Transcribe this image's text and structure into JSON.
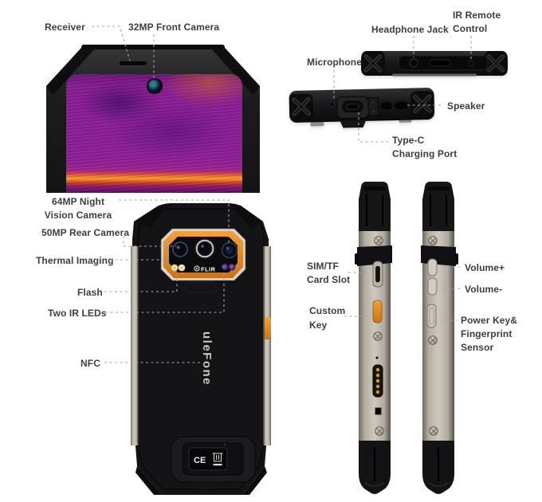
{
  "labels": {
    "receiver": "Receiver",
    "front_camera": "32MP Front Camera",
    "headphone_jack": "Headphone Jack",
    "ir_remote_1": "IR Remote",
    "ir_remote_2": "Control",
    "microphone": "Microphone",
    "speaker": "Speaker",
    "type_c_1": "Type-C",
    "type_c_2": "Charging Port",
    "night_vision_1": "64MP Night",
    "night_vision_2": "Vision Camera",
    "rear_camera": "50MP Rear Camera",
    "thermal_imaging": "Thermal Imaging",
    "flash": "Flash",
    "ir_leds": "Two IR LEDs",
    "nfc": "NFC",
    "sim_1": "SIM/TF",
    "sim_2": "Card Slot",
    "custom_1": "Custom",
    "custom_2": "Key",
    "volume_plus": "Volume+",
    "volume_minus": "Volume-",
    "power_1": "Power Key&",
    "power_2": "Fingerprint",
    "power_3": "Sensor"
  },
  "device": {
    "brand": "uleFone",
    "camera_badge": "FLIR",
    "cert_mark": "CE"
  },
  "icons": {
    "flir_logo": "circle-crosshair",
    "weee_bin": "crossed-out-bin",
    "screw": "cross-head-screw"
  },
  "colors": {
    "accent_orange": "#E08A2B",
    "label_text": "#3D3D3D",
    "leader_line": "#A6A6A6",
    "body_black": "#18181A",
    "metal_gray": "#B7B1A4",
    "thermal_purple": "#8E1F9C",
    "thermal_orange": "#F9A33C"
  }
}
